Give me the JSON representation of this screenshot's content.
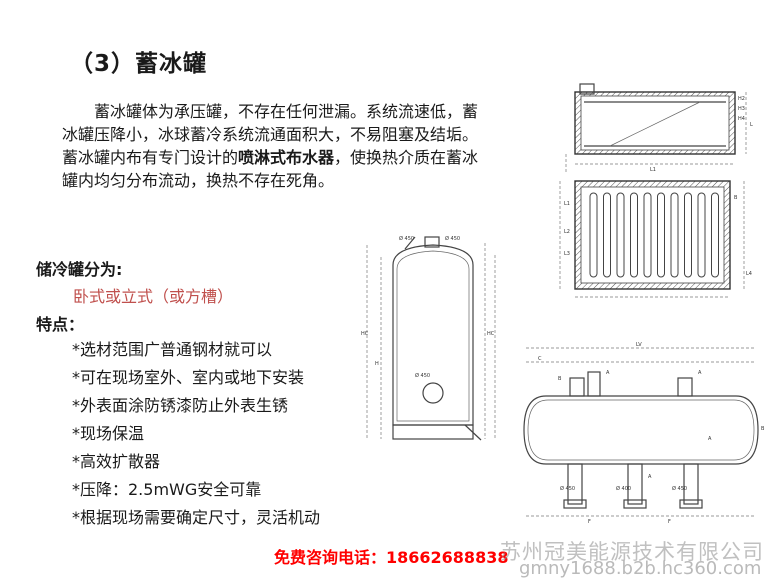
{
  "title": "（3）蓄冰罐",
  "intro": {
    "before_bold": "蓄冰罐体为承压罐，不存在任何泄漏。系统流速低，蓄冰罐压降小，冰球蓄冷系统流通面积大，不易阻塞及结垢。蓄冰罐内布有专门设计的",
    "bold": "喷淋式布水器",
    "after_bold": "，使换热介质在蓄冰罐内均匀分布流动，换热不存在死角。"
  },
  "storage_heading": "储冷罐分为:",
  "storage_types": "卧式或立式（或方槽）",
  "features_heading": "特点：",
  "features": [
    "*选材范围广普通钢材就可以",
    "*可在现场室外、室内或地下安装",
    "*外表面涂防锈漆防止外表生锈",
    "*现场保温",
    "*高效扩散器",
    "*压降：2.5mWG安全可靠",
    "*根据现场需要确定尺寸，灵活机动"
  ],
  "contact": "免费咨询电话：18662688838",
  "watermark": {
    "company": "苏州冠美能源技术有限公司",
    "url": "gmny1688.b2b.hc360.com"
  },
  "drawing_labels": {
    "vertical_tank": [
      "Ø 450",
      "Ø 450",
      "HC",
      "HC",
      "H",
      "Ø 450"
    ],
    "square_tank_top": [
      "H2",
      "H3",
      "H4",
      "L1",
      "L"
    ],
    "square_tank_plan": [
      "B",
      "L1",
      "L2",
      "L3",
      "L4"
    ],
    "horizontal_tank": [
      "LV",
      "C",
      "A",
      "B",
      "A",
      "Ø 450",
      "Ø 400",
      "Ø 450",
      "A",
      "A",
      "F",
      "F",
      "B"
    ]
  }
}
